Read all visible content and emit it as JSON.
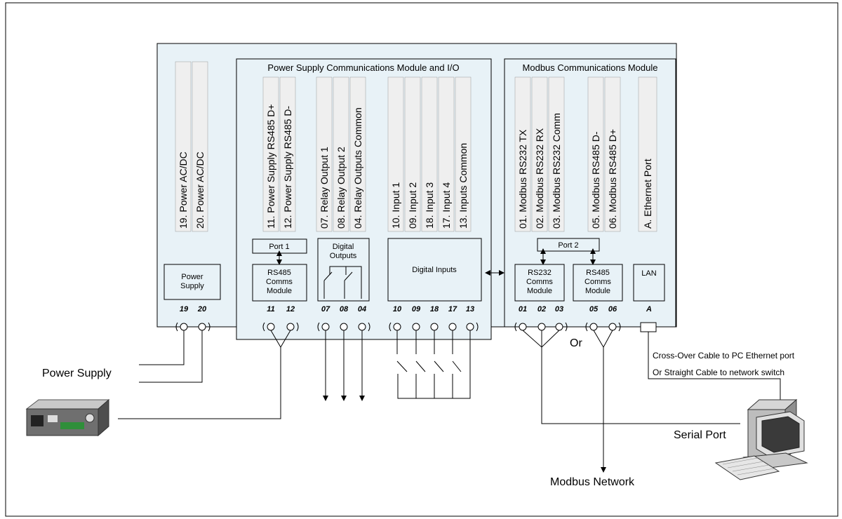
{
  "power_section": {
    "terminals_vertical": [
      "19. Power AC/DC",
      "20. Power AC/DC"
    ],
    "box_label_lines": [
      "Power",
      "Supply"
    ],
    "terminal_numbers": [
      "19",
      "20"
    ]
  },
  "psc_module": {
    "title": "Power Supply Communications Module and I/O",
    "rs485_group": {
      "labels": [
        "11. Power Supply RS485 D+",
        "12. Power Supply RS485 D-"
      ],
      "port_label": "Port 1",
      "box_label_lines": [
        "RS485",
        "Comms",
        "Module"
      ],
      "terminal_numbers": [
        "11",
        "12"
      ]
    },
    "relay_group": {
      "labels": [
        "07. Relay Output 1",
        "08. Relay Output 2",
        "04. Relay Outputs Common"
      ],
      "box_label_lines": [
        "Digital",
        "Outputs"
      ],
      "terminal_numbers": [
        "07",
        "08",
        "04"
      ]
    },
    "input_group": {
      "labels": [
        "10. Input 1",
        "09. Input 2",
        "18. Input 3",
        "17. Input 4",
        "13. Inputs Common"
      ],
      "box_label": "Digital Inputs",
      "terminal_numbers": [
        "10",
        "09",
        "18",
        "17",
        "13"
      ]
    }
  },
  "modbus_module": {
    "title": "Modbus Communications Module",
    "rs232_group": {
      "labels": [
        "01. Modbus RS232 TX",
        "02. Modbus RS232 RX",
        "03. Modbus RS232 Comm"
      ],
      "box_label_lines": [
        "RS232",
        "Comms",
        "Module"
      ],
      "terminal_numbers": [
        "01",
        "02",
        "03"
      ]
    },
    "rs485_group": {
      "labels": [
        "05. Modbus RS485 D-",
        "06. Modbus RS485 D+"
      ],
      "box_label_lines": [
        "RS485",
        "Comms",
        "Module"
      ],
      "terminal_numbers": [
        "05",
        "06"
      ]
    },
    "lan_group": {
      "labels": [
        "A. Ethernet Port"
      ],
      "box_label": "LAN",
      "terminal_numbers": [
        "A"
      ]
    },
    "port_label": "Port 2"
  },
  "external": {
    "power_supply": "Power Supply",
    "or_label": "Or",
    "cable_note_1": "Cross-Over Cable to PC Ethernet port",
    "cable_note_2": "Or Straight Cable to network switch",
    "serial_port": "Serial Port",
    "modbus_network": "Modbus Network"
  },
  "colors": {
    "panel_fill": "#e8f2f7",
    "label_strip_fill": "#efefef",
    "line": "#000000"
  }
}
